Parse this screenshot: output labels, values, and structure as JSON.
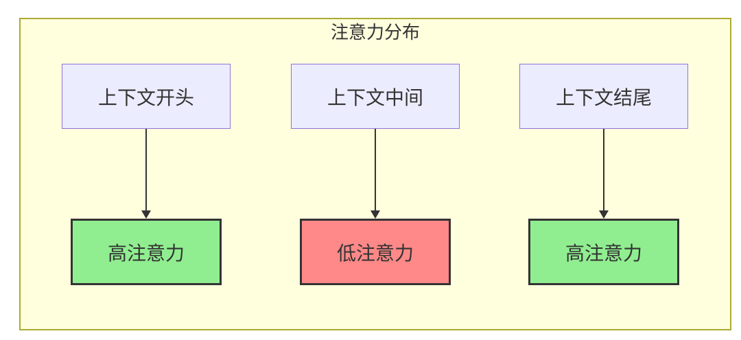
{
  "diagram": {
    "title": "注意力分布",
    "columns": [
      {
        "source": "上下文开头",
        "target": "高注意力",
        "attention": "high"
      },
      {
        "source": "上下文中间",
        "target": "低注意力",
        "attention": "low"
      },
      {
        "source": "上下文结尾",
        "target": "高注意力",
        "attention": "high"
      }
    ],
    "colors": {
      "page_bg": "#ffffff",
      "group_fill": "#ffffde",
      "group_border": "#aaaa33",
      "node_fill": "#ececff",
      "node_border": "#9370db",
      "high_fill": "#90ee90",
      "low_fill": "#ff8888",
      "result_border": "#333333",
      "arrow": "#333333",
      "text": "#333333"
    }
  }
}
